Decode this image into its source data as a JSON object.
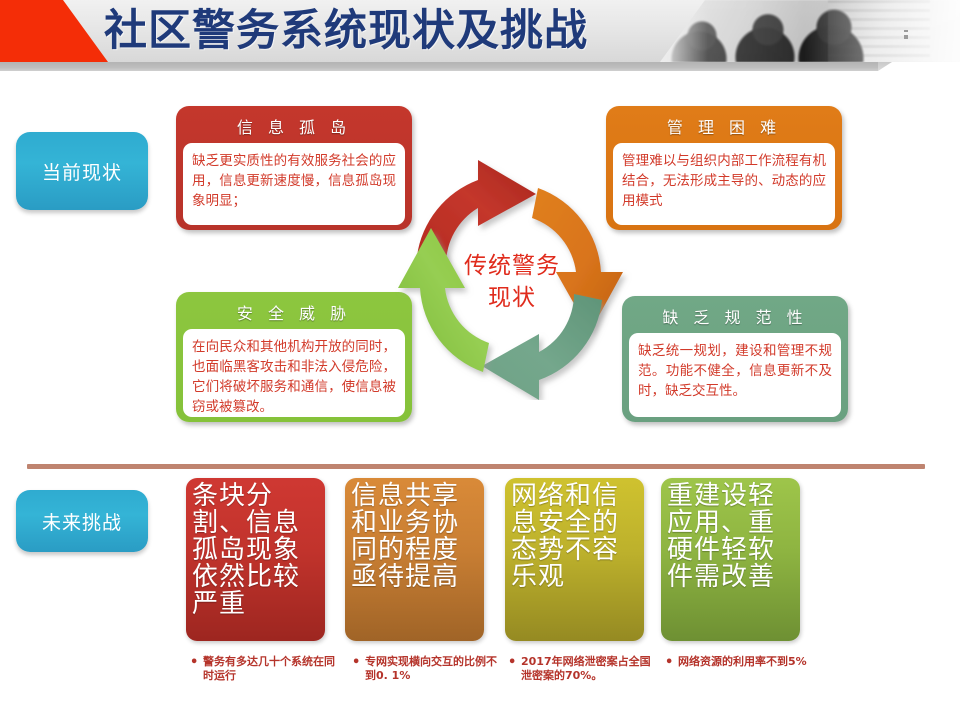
{
  "header": {
    "title": "社区警务系统现状及挑战",
    "photo_alt": "business-people-photo",
    "accent_red": "#f42d07",
    "title_color": "#1f3a7a"
  },
  "sections": {
    "current_label": "当前现状",
    "future_label": "未来挑战"
  },
  "cycle": {
    "center_line1": "传统警务",
    "center_line2": "现状",
    "arrow_colors": [
      "#c0392b",
      "#d9741b",
      "#6fa286",
      "#8dc63f"
    ]
  },
  "quadrants": [
    {
      "key": "island",
      "title": "信 息 孤 岛",
      "body": "缺乏更实质性的有效服务社会的应用，信息更新速度慢，信息孤岛现象明显；",
      "color": "#c4372c"
    },
    {
      "key": "manage",
      "title": "管 理 困 难",
      "body": "管理难以与组织内部工作流程有机结合，无法形成主导的、动态的应用模式",
      "color": "#e07c18"
    },
    {
      "key": "security",
      "title": "安 全 威 胁",
      "body": "在向民众和其他机构开放的同时，也面临黑客攻击和非法入侵危险，它们将破坏服务和通信，使信息被窃或被篡改。",
      "color": "#8dc63f"
    },
    {
      "key": "standard",
      "title": "缺 乏 规 范 性",
      "body": "缺乏统一规划，建设和管理不规范。功能不健全，信息更新不及时，缺乏交互性。",
      "color": "#71a886"
    }
  ],
  "challenges": [
    {
      "key": "segmentation",
      "text": "条块分割、信息孤岛现象依然比较严重",
      "note": "警务有多达几十个系统在同时运行",
      "color": "#c1332c"
    },
    {
      "key": "sharing",
      "text": "信息共享和业务协同的程度亟待提高",
      "note": "专网实现横向交互的比例不到0. 1%",
      "color": "#c87e33"
    },
    {
      "key": "cybersecurity",
      "text": "网络和信息安全的态势不容乐观",
      "note": "2017年网络泄密案占全国泄密案的70%。",
      "color": "#bdb12c"
    },
    {
      "key": "hardware-software",
      "text": "重建设轻应用、重硬件轻软件需改善",
      "note": "网络资源的利用率不到5%",
      "color": "#8eb441"
    }
  ],
  "divider_color": "#bf8470",
  "bullet_glyph": "•"
}
